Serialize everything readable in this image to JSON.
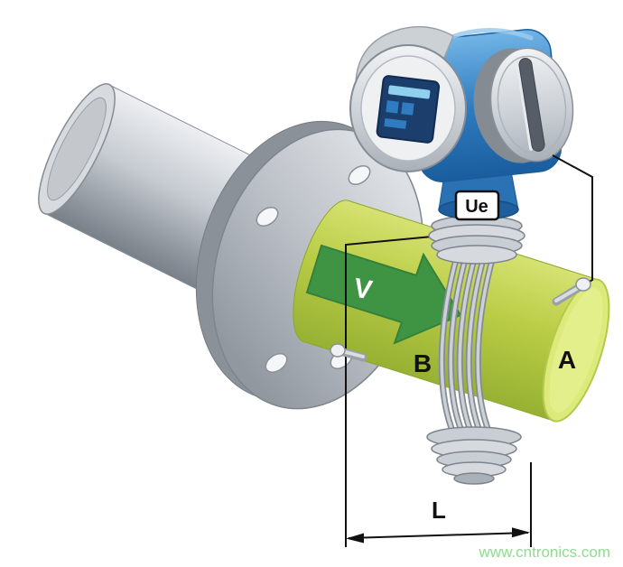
{
  "diagram": {
    "title": "electromagnetic-flowmeter-principle",
    "labels": {
      "velocity": "V",
      "voltage": "Ue",
      "point_b": "B",
      "point_a": "A",
      "length": "L"
    },
    "watermark": {
      "text": "www.cntronics.com",
      "color": "#8fdc8f"
    },
    "colors": {
      "pipe_gray_light": "#edeff2",
      "pipe_gray_dark": "#7b818a",
      "flange_gray": "#b9bec5",
      "tube_green": "#b9cc45",
      "tube_green_light": "#dce97b",
      "tube_green_dark": "#97b133",
      "arrow_green": "#3f9444",
      "transmitter_blue": "#2f7cc0",
      "transmitter_blue_dark": "#1a5d9d",
      "display_navy": "#1c3e6d",
      "display_cyan": "#8fd0ee",
      "metal_silver": "#c9ced4",
      "line_black": "#111111"
    }
  }
}
